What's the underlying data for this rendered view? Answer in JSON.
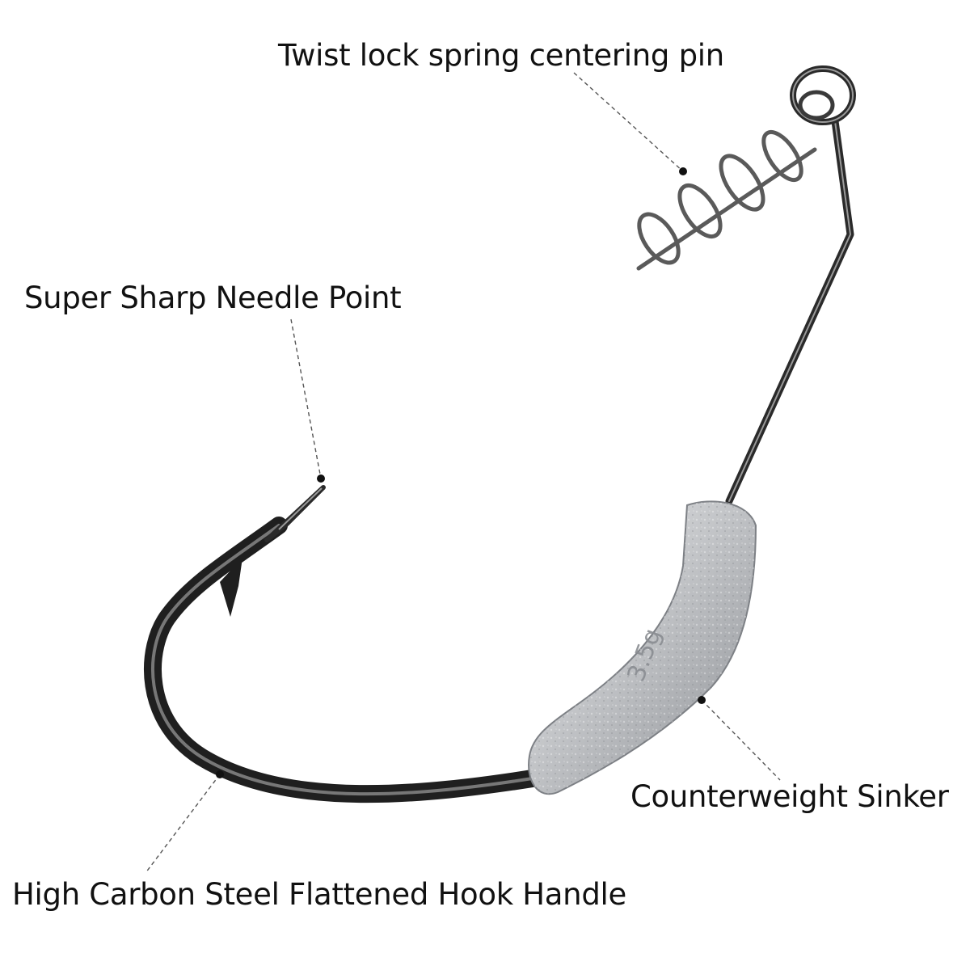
{
  "callouts": {
    "spring_pin": "Twist lock spring centering pin",
    "needle_point": "Super Sharp Needle Point",
    "sinker": "Counterweight Sinker",
    "hook_handle": "High Carbon Steel Flattened Hook Handle"
  },
  "sinker_stamp": "3.5g",
  "colors": {
    "background": "#ffffff",
    "text": "#111111",
    "leader": "#555555",
    "hook_steel": "#2a2a2a",
    "hook_highlight": "#8a8a8a",
    "sinker_lead": "#c9cbce",
    "spring_wire": "#5a5a5a"
  }
}
